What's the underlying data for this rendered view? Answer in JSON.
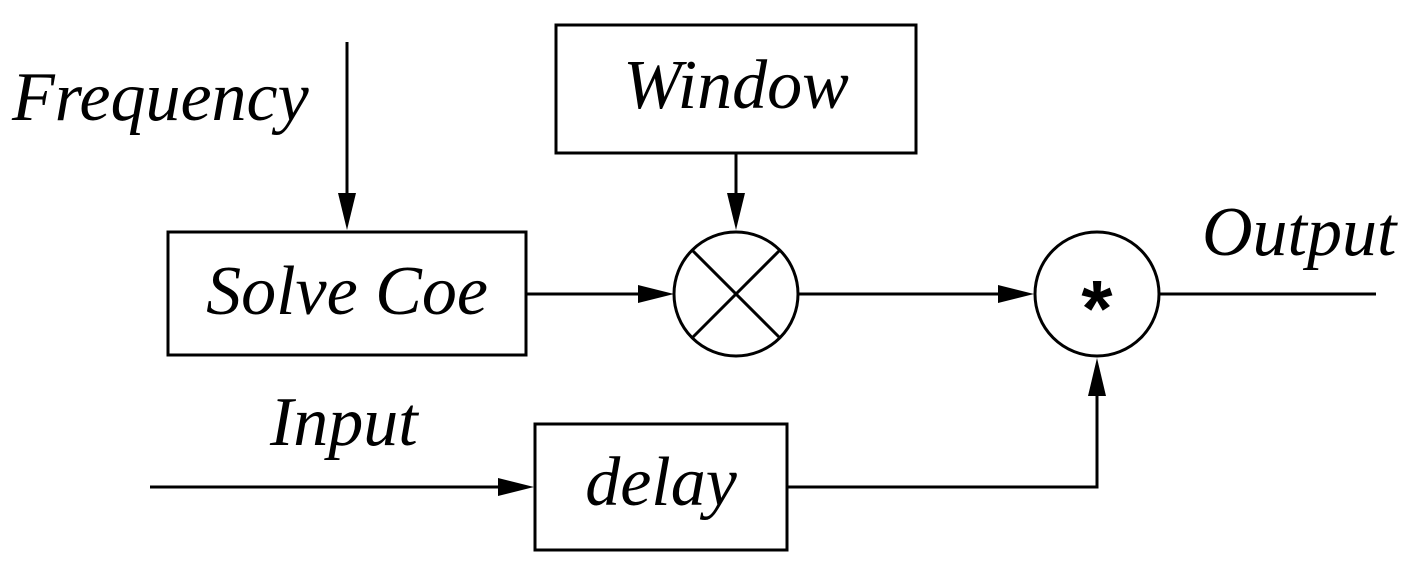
{
  "labels": {
    "frequency": "Frequency",
    "window": "Window",
    "solve_coe": "Solve Coe",
    "output": "Output",
    "input": "Input",
    "delay": "delay"
  },
  "operators": {
    "multiply": "×",
    "convolve": "*"
  },
  "icons": {
    "multiply": "multiply-icon",
    "convolve": "convolution-icon"
  }
}
